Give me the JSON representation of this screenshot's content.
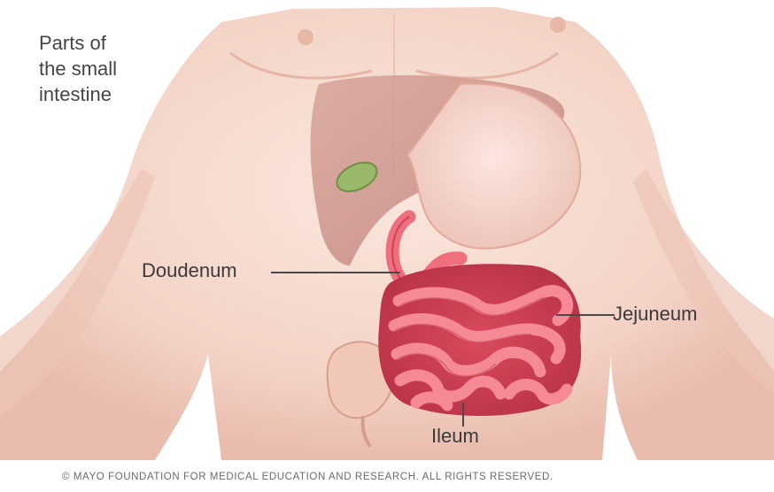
{
  "figure": {
    "title": "Parts of\nthe small\nintestine",
    "labels": {
      "duodenum": "Doudenum",
      "jejunum": "Jejuneum",
      "ileum": "Ileum"
    },
    "copyright": "© MAYO FOUNDATION FOR MEDICAL EDUCATION AND RESEARCH. ALL RIGHTS RESERVED."
  },
  "colors": {
    "skin": "#f6dcd0",
    "skin_shadow": "#e9b8a8",
    "liver": "#c98f86",
    "stomach": "#f1cdc4",
    "gallbladder": "#9ab86a",
    "intestine": "#ef6f7e",
    "intestine_dark": "#c94558",
    "leader_line": "#4a4a4a"
  }
}
